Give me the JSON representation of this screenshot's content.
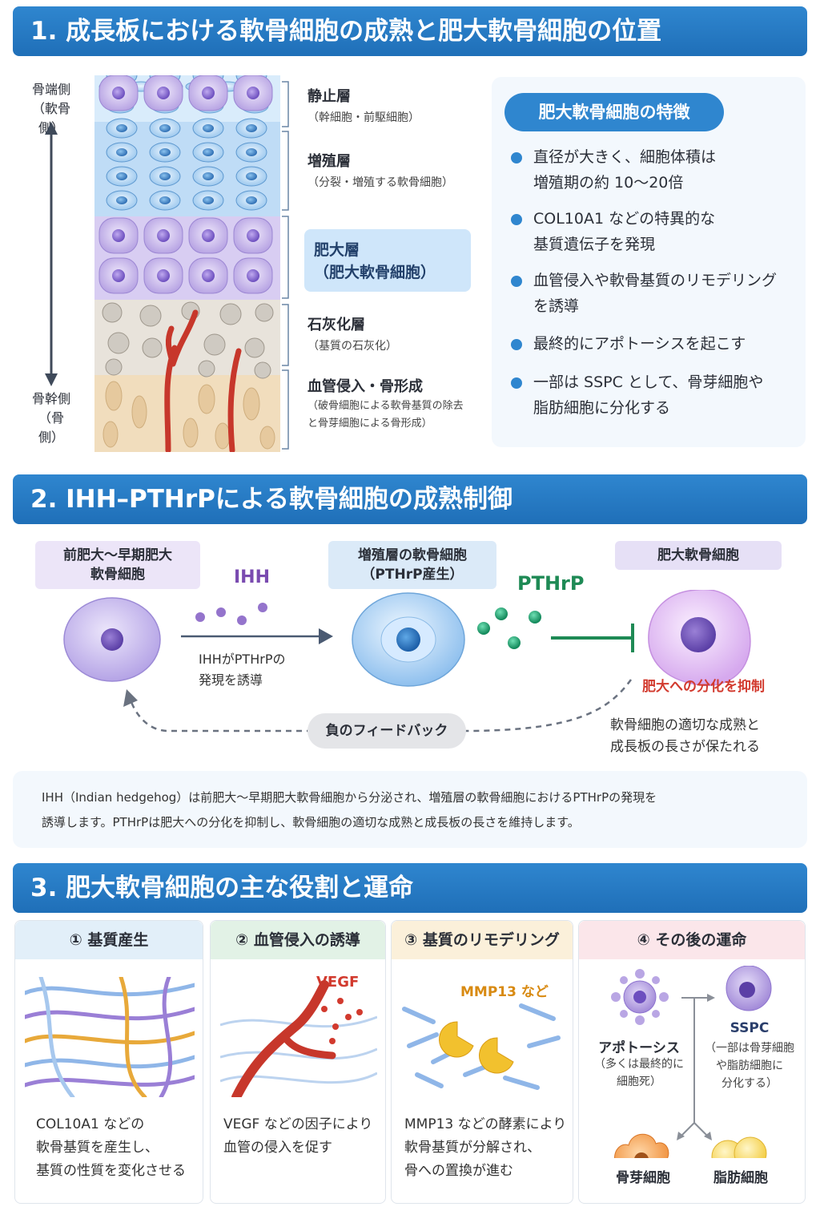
{
  "section1": {
    "title": "1. 成長板における軟骨細胞の成熟と肥大軟骨細胞の位置",
    "axis_top": [
      "骨端側",
      "（軟骨側）"
    ],
    "axis_bottom": [
      "骨幹側",
      "（骨側）"
    ],
    "layers": [
      {
        "name": "静止層",
        "desc": "（幹細胞・前駆細胞）"
      },
      {
        "name": "増殖層",
        "desc": "（分裂・増殖する軟骨細胞）"
      },
      {
        "name": "肥大層",
        "desc": "（肥大軟骨細胞）"
      },
      {
        "name": "石灰化層",
        "desc": "（基質の石灰化）"
      },
      {
        "name": "血管侵入・骨形成",
        "desc1": "（破骨細胞による軟骨基質の除去",
        "desc2": "と骨芽細胞による骨形成）"
      }
    ],
    "features": {
      "title": "肥大軟骨細胞の特徴",
      "items": [
        {
          "l1": "直径が大きく、細胞体積は",
          "l2": "増殖期の約 10〜20倍"
        },
        {
          "l1": "COL10A1 などの特異的な",
          "l2": "基質遺伝子を発現"
        },
        {
          "l1": "血管侵入や軟骨基質のリモデリング",
          "l2": "を誘導"
        },
        {
          "l1": "最終的にアポトーシスを起こす",
          "l2": ""
        },
        {
          "l1": "一部は SSPC として、骨芽細胞や",
          "l2": "脂肪細胞に分化する"
        }
      ]
    }
  },
  "section2": {
    "title": "2. IHH–PTHrPによる軟骨細胞の成熟制御",
    "cell1": [
      "前肥大〜早期肥大",
      "軟骨細胞"
    ],
    "cell2": [
      "増殖層の軟骨細胞",
      "（PTHrP産生）"
    ],
    "cell3": "肥大軟骨細胞",
    "ihh": "IHH",
    "pthrp": "PTHrP",
    "ihh_note": [
      "IHHがPTHrPの",
      "発現を誘導"
    ],
    "inhibit": "肥大への分化を抑制",
    "feedback": "負のフィードバック",
    "result": [
      "軟骨細胞の適切な成熟と",
      "成長板の長さが保たれる"
    ],
    "summary": [
      "IHH（Indian hedgehog）は前肥大〜早期肥大軟骨細胞から分泌され、増殖層の軟骨細胞におけるPTHrPの発現を",
      "誘導します。PTHrPは肥大への分化を抑制し、軟骨細胞の適切な成熟と成長板の長さを維持します。"
    ]
  },
  "section3": {
    "title": "3. 肥大軟骨細胞の主な役割と運命",
    "cards": [
      {
        "head": "① 基質産生",
        "text": [
          "COL10A1 などの",
          "軟骨基質を産生し、",
          "基質の性質を変化させる"
        ]
      },
      {
        "head": "② 血管侵入の誘導",
        "tag": "VEGF",
        "text": [
          "VEGF などの因子により",
          "血管の侵入を促す"
        ]
      },
      {
        "head": "③ 基質のリモデリング",
        "tag": "MMP13 など",
        "text": [
          "MMP13 などの酵素により",
          "軟骨基質が分解され、",
          "骨への置換が進む"
        ]
      },
      {
        "head": "④ その後の運命",
        "apoptosis": "アポトーシス",
        "apoptosis_note": [
          "（多くは最終的に",
          "細胞死）"
        ],
        "sspc": "SSPC",
        "sspc_note": [
          "（一部は骨芽細胞",
          "や脂肪細胞に",
          "分化する）"
        ],
        "osteoblast": "骨芽細胞",
        "adipocyte": "脂肪細胞"
      }
    ]
  },
  "colors": {
    "header": "#2f86cf",
    "ihh": "#7a4bb0",
    "pthrp": "#1e8a55",
    "inhibit": "#d23a2e"
  }
}
